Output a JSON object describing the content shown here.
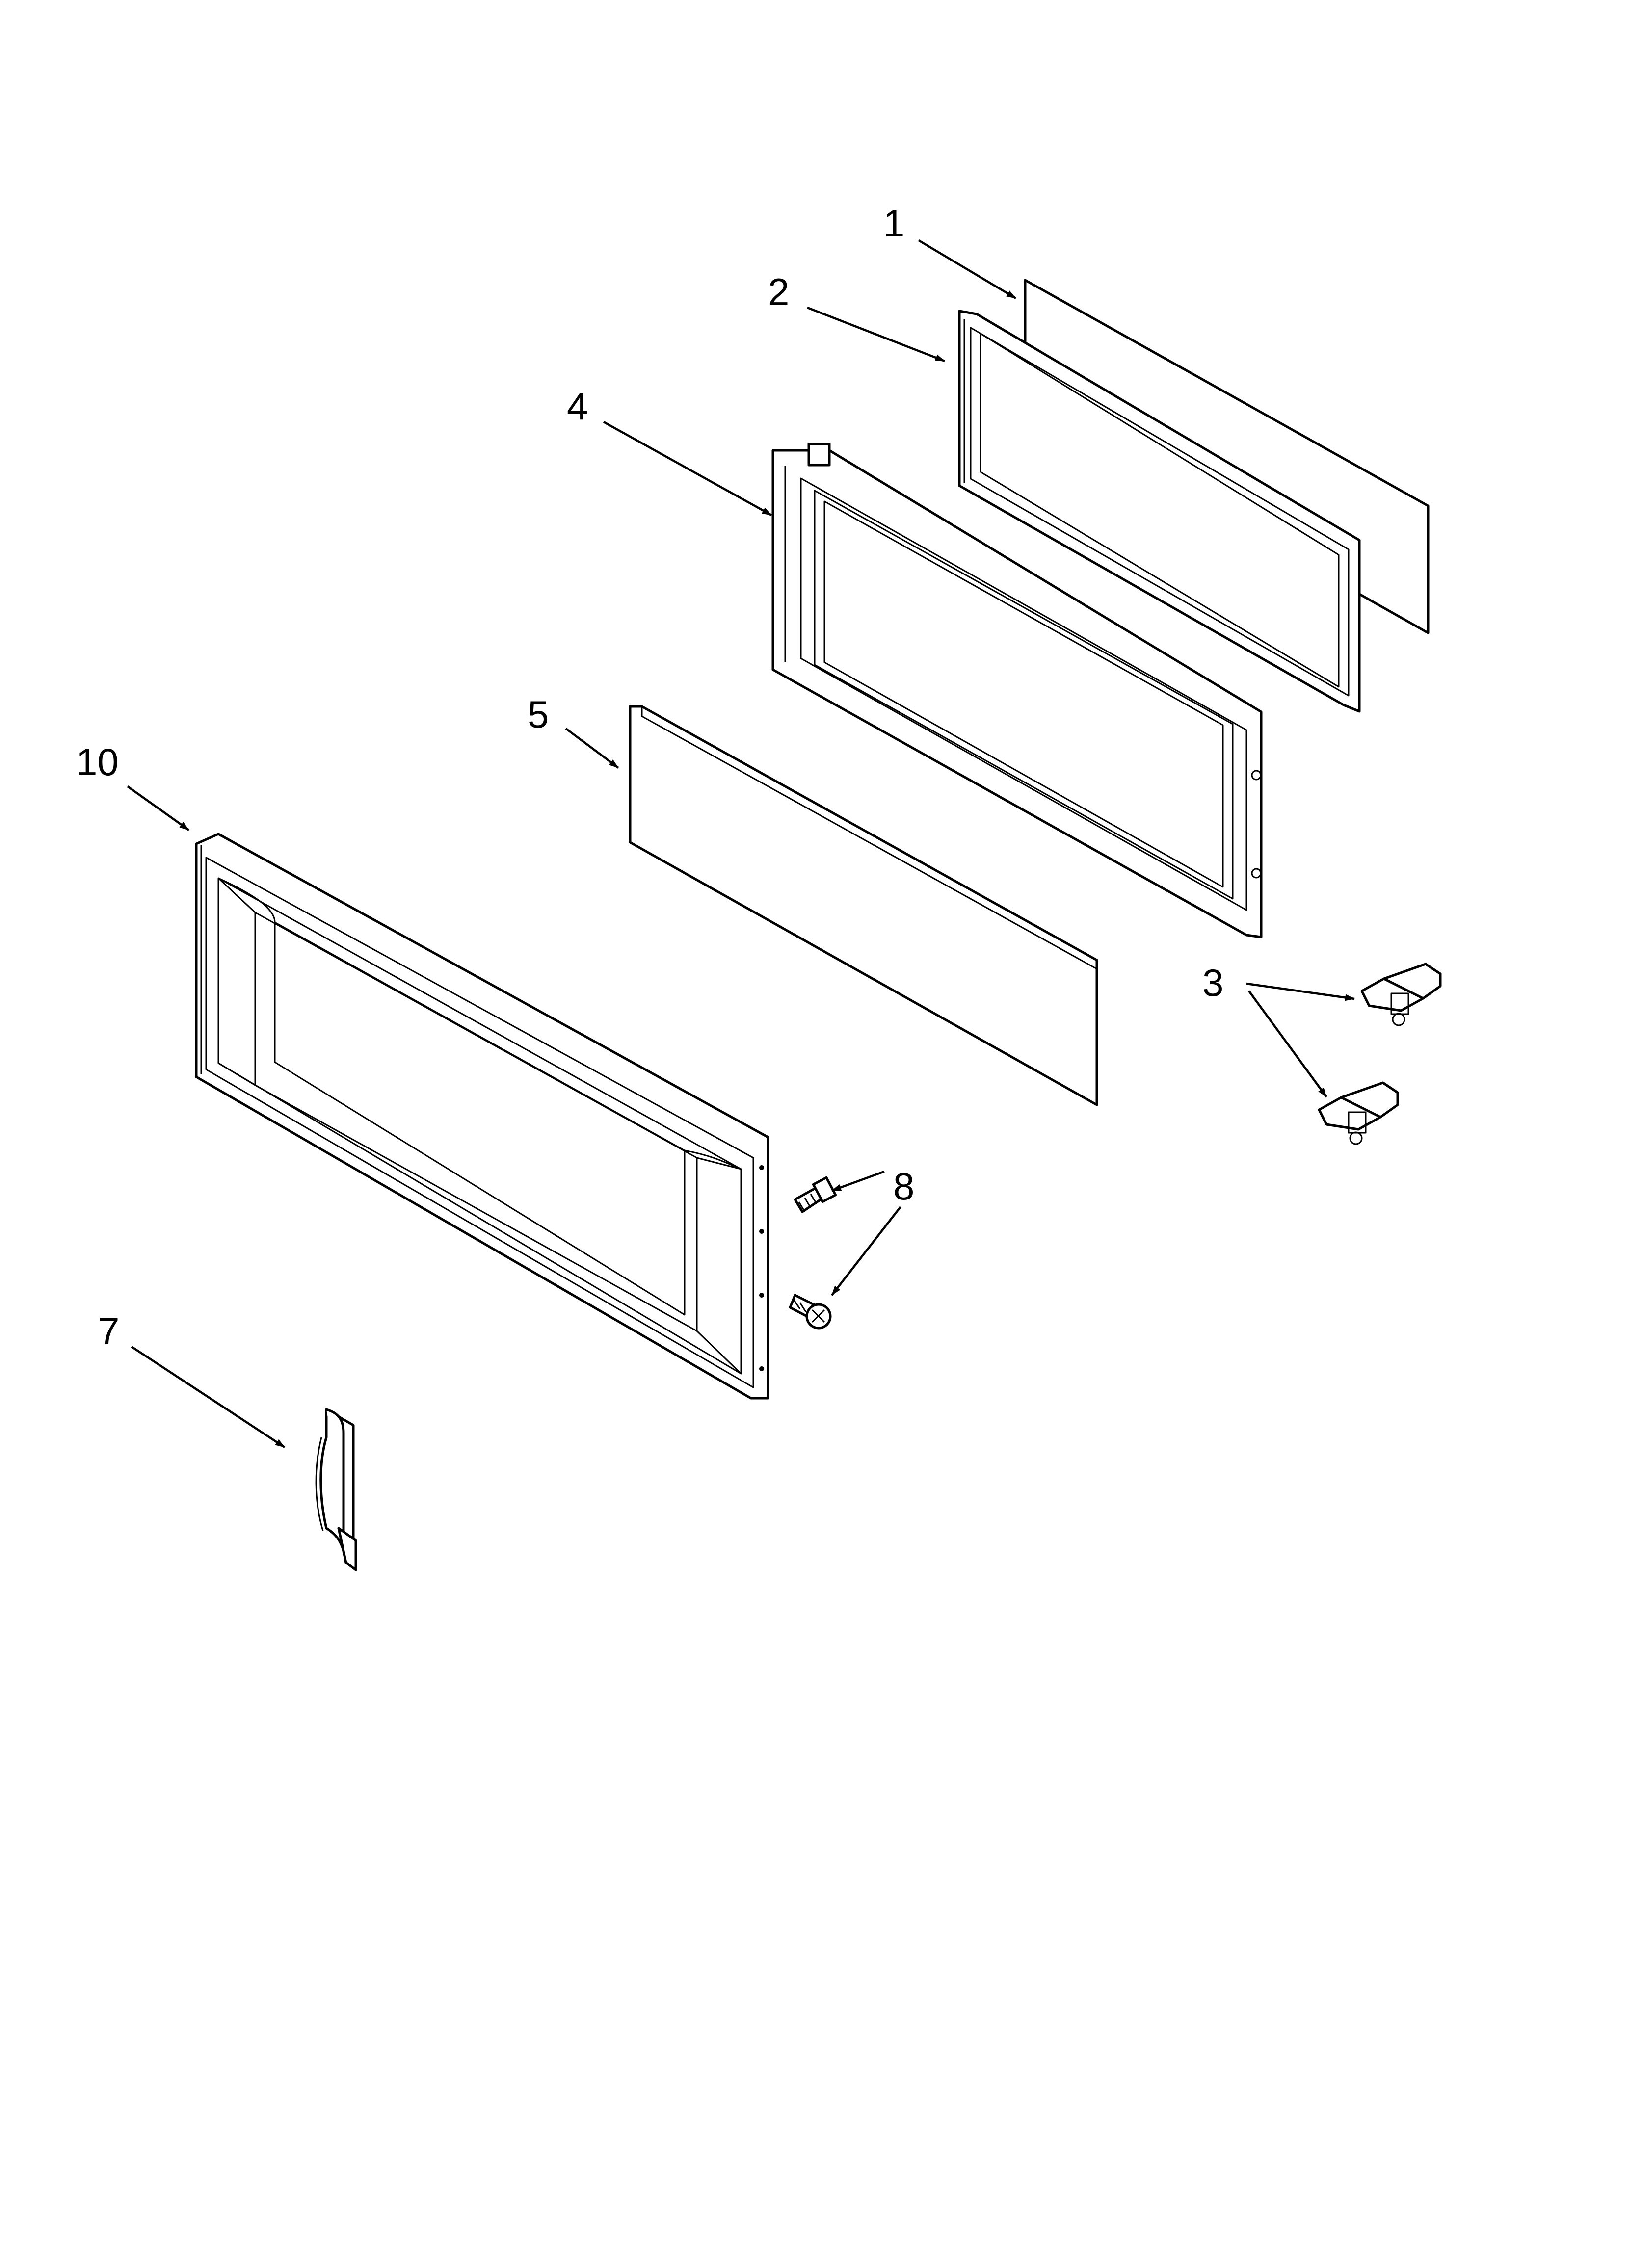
{
  "callouts": {
    "c1": "1",
    "c2": "2",
    "c3": "3",
    "c4": "4",
    "c5": "5",
    "c7": "7",
    "c8": "8",
    "c10": "10"
  }
}
